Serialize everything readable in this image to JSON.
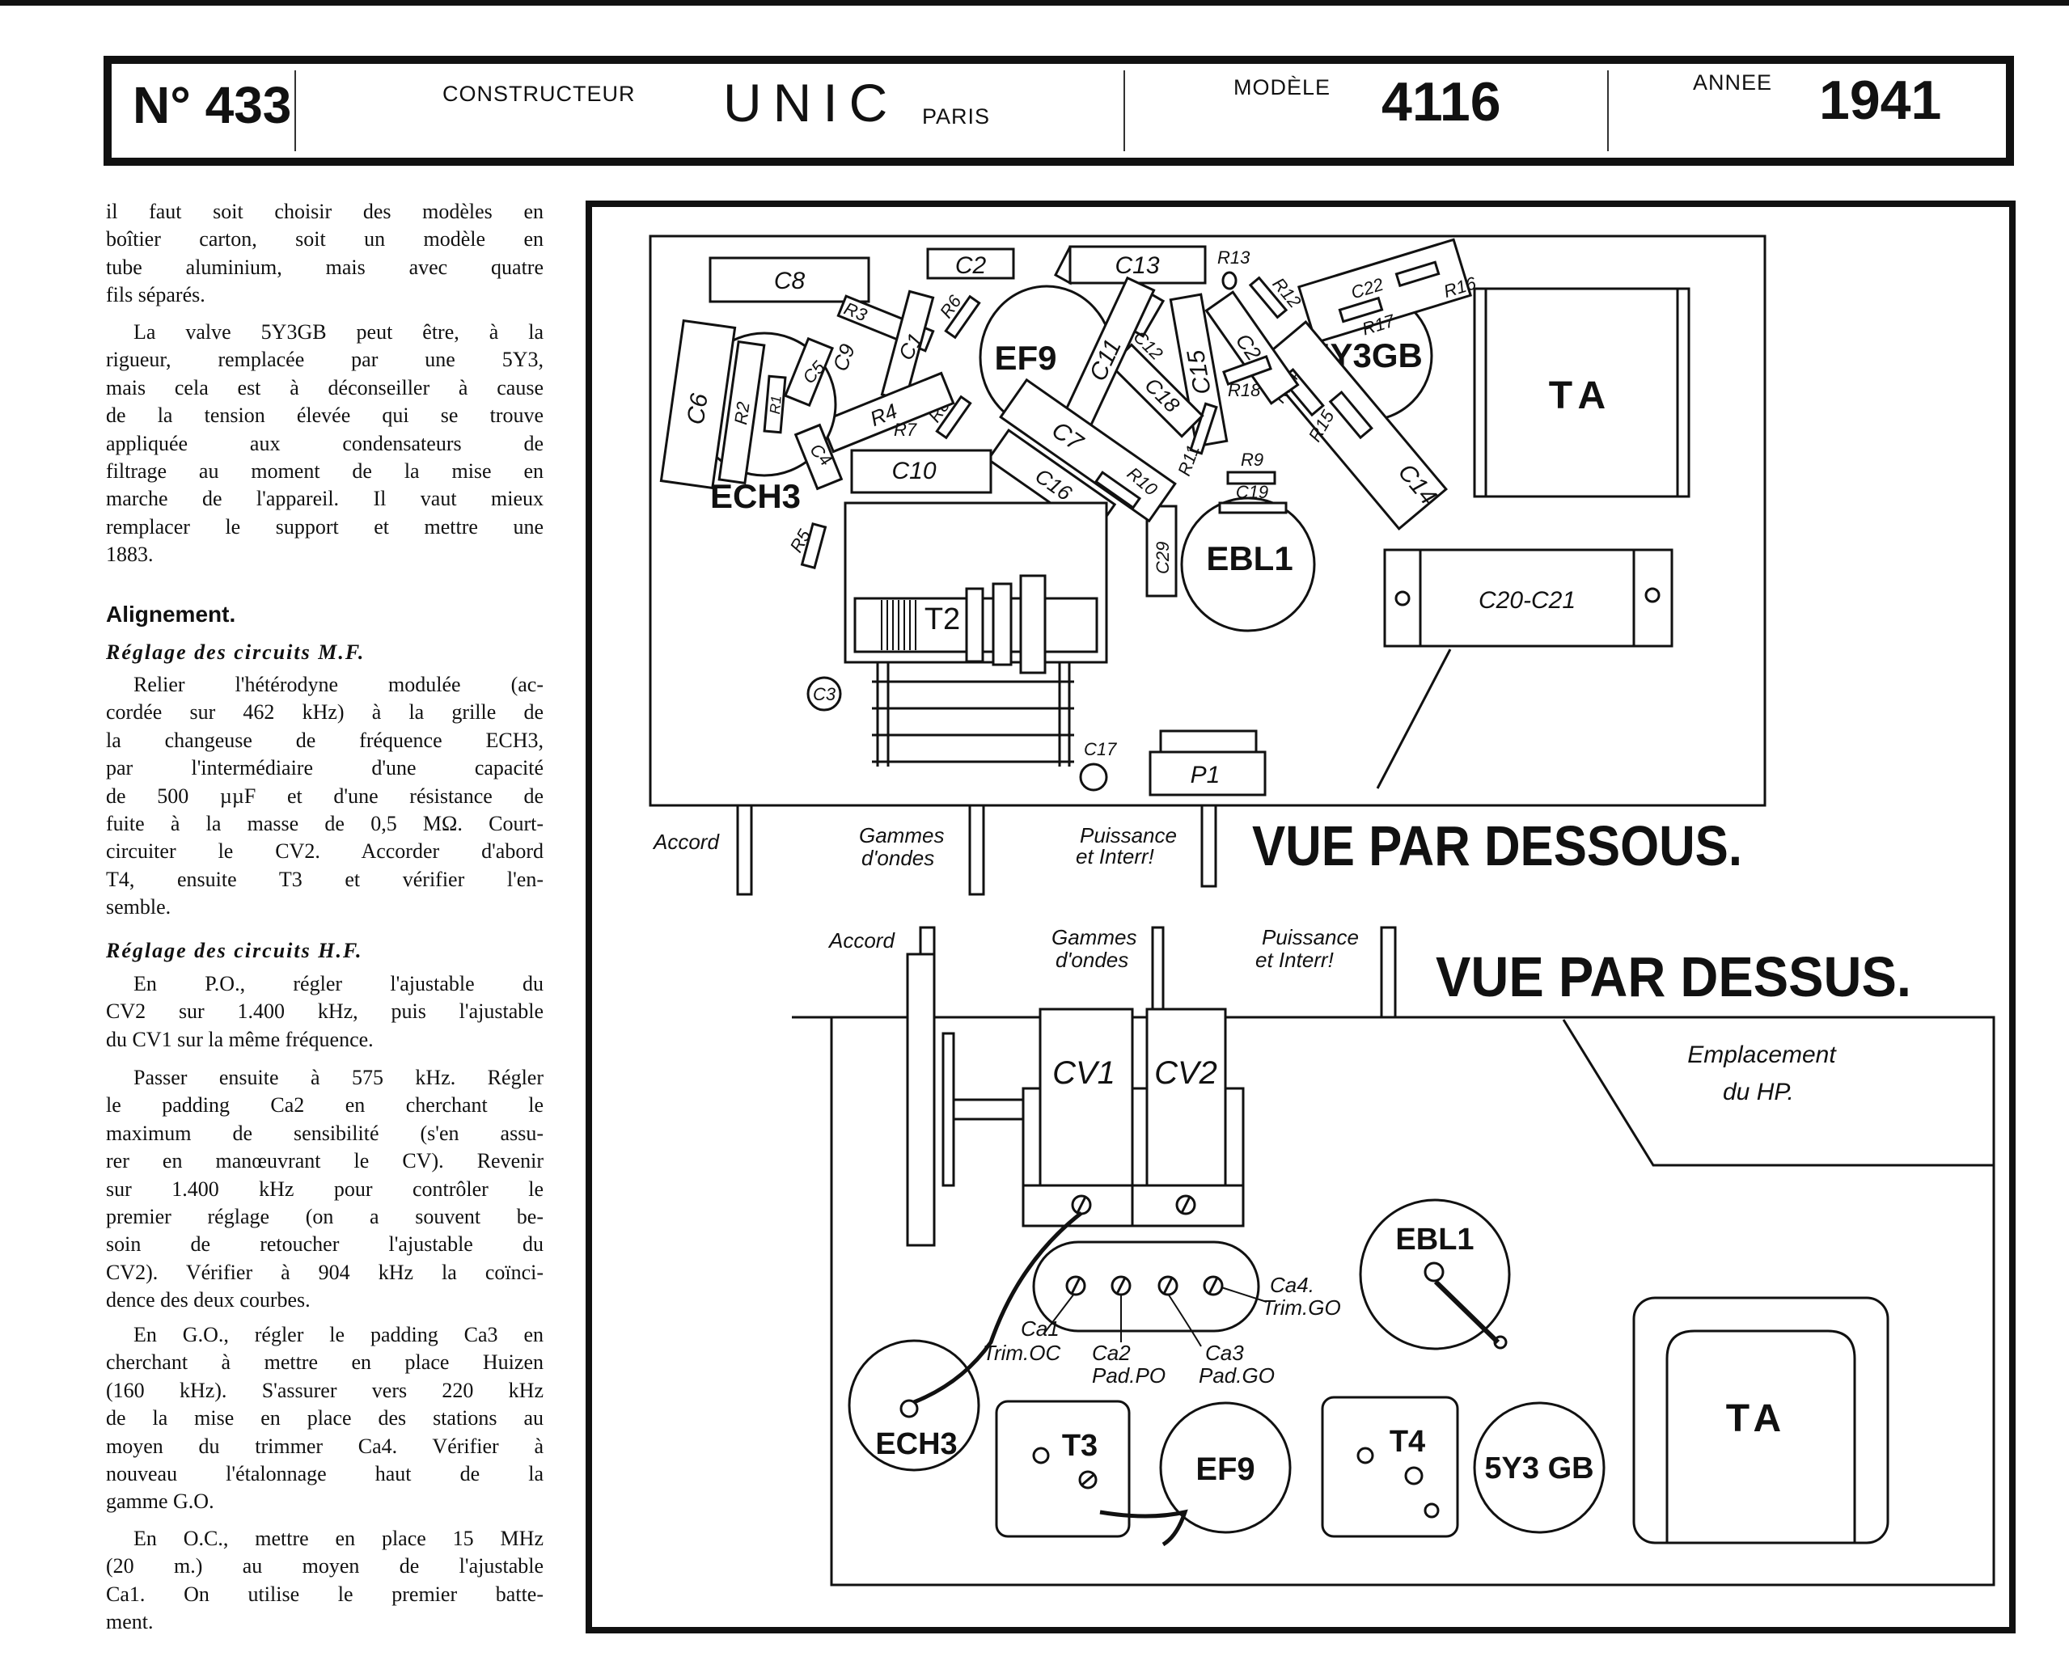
{
  "header": {
    "number_label": "N°",
    "number": "433",
    "constructor_label": "CONSTRUCTEUR",
    "constructor": "UNIC",
    "city": "PARIS",
    "model_label": "MODÈLE",
    "model": "4116",
    "year_label": "ANNEE",
    "year": "1941"
  },
  "article": {
    "p1": [
      "il faut soit choisir des modèles en",
      "boîtier carton, soit un modèle en",
      "tube aluminium, mais avec quatre",
      "fils séparés."
    ],
    "p2": [
      "La valve 5Y3GB peut être, à la",
      "rigueur, remplacée par une 5Y3,",
      "mais cela est à déconseiller à cause",
      "de la tension élevée qui se trouve",
      "appliquée aux condensateurs de",
      "filtrage au moment de la mise en",
      "marche de l'appareil. Il vaut mieux",
      "remplacer le support et mettre une",
      "1883."
    ],
    "heading": "Alignement.",
    "mf_title": "Réglage des circuits M.F.",
    "p3": [
      "Relier l'hétérodyne modulée (ac-",
      "cordée sur 462 kHz) à la grille de",
      "la changeuse de fréquence ECH3,",
      "par l'intermédiaire d'une capacité",
      "de 500 µµF et d'une résistance de",
      "fuite à la masse de 0,5 MΩ. Court-",
      "circuiter le CV2. Accorder d'abord",
      "T4, ensuite T3 et vérifier l'en-",
      "semble."
    ],
    "hf_title": "Réglage des circuits H.F.",
    "p4": [
      "En P.O., régler l'ajustable du",
      "CV2 sur 1.400 kHz, puis l'ajustable",
      "du CV1 sur la même fréquence."
    ],
    "p5": [
      "Passer ensuite à 575 kHz. Régler",
      "le padding Ca2 en cherchant le",
      "maximum de sensibilité (s'en assu-",
      "rer en manœuvrant le CV). Revenir",
      "sur 1.400 kHz pour contrôler le",
      "premier réglage (on a souvent be-",
      "soin de retoucher l'ajustable du",
      "CV2). Vérifier à 904 kHz la coïnci-",
      "dence des deux courbes."
    ],
    "p6": [
      "En G.O., régler le padding Ca3 en",
      "cherchant à mettre en place Huizen",
      "(160 kHz). S'assurer vers 220 kHz",
      "de la mise en place des stations au",
      "moyen du trimmer Ca4. Vérifier à",
      "nouveau l'étalonnage haut de la",
      "gamme G.O."
    ],
    "p7": [
      "En O.C., mettre en place 15 MHz",
      "(20 m.) au moyen de l'ajustable",
      "Ca1. On utilise le premier batte-",
      "ment."
    ]
  },
  "top_view": {
    "title": "VUE PAR DESSOUS.",
    "accord": "Accord",
    "gammes": [
      "Gammes",
      "d'ondes"
    ],
    "puissance": [
      "Puissance",
      "et Interr!"
    ],
    "parts": {
      "c8": "C8",
      "c2": "C2",
      "c13": "C13",
      "r13": "R13",
      "r12": "R12",
      "c22": "C22",
      "r17": "R17",
      "r16": "R16",
      "ta": "TA",
      "c20c21": "C20-C21",
      "c14": "C14",
      "r14": "R14",
      "r15": "R15",
      "c24": "C24",
      "r18": "R18",
      "c15": "C15",
      "r11": "R11",
      "r9": "R9",
      "c19": "C19",
      "c29": "C29",
      "c11": "C11",
      "c12": "C12",
      "c18": "C18",
      "c7": "C7",
      "c16": "C16",
      "r10": "R10",
      "r8": "R8",
      "r6": "R6",
      "c1": "C1",
      "r3": "R3",
      "r4": "R4",
      "r7": "R7",
      "c9": "C9",
      "c5": "C5",
      "c4": "C4",
      "c6": "C6",
      "r2": "R2",
      "r1": "R1",
      "c10": "C10",
      "r5": "R5",
      "t2": "T2",
      "c3": "C3",
      "c17": "C17",
      "p1": "P1"
    },
    "tubes": {
      "ech3": "ECH3",
      "ef9": "EF9",
      "ebl1": "EBL1",
      "y3gb": "5Y3GB"
    }
  },
  "bottom_view": {
    "title": "VUE PAR DESSUS.",
    "accord": "Accord",
    "gammes": [
      "Gammes",
      "d'ondes"
    ],
    "puissance": [
      "Puissance",
      "et Interr!"
    ],
    "speaker": [
      "Emplacement",
      "du HP."
    ],
    "cv1": "CV1",
    "cv2": "CV2",
    "trimmers": [
      {
        "name": "Ca1",
        "role": "Trim.OC"
      },
      {
        "name": "Ca2",
        "role": "Pad.PO"
      },
      {
        "name": "Ca3",
        "role": "Pad.GO"
      },
      {
        "name": "Ca4.",
        "role": "Trim.GO"
      }
    ],
    "tubes": {
      "ech3": "ECH3",
      "ef9": "EF9",
      "ebl1": "EBL1",
      "y3gb": "5Y3 GB"
    },
    "t3": "T3",
    "t4": "T4",
    "ta": "TA"
  }
}
